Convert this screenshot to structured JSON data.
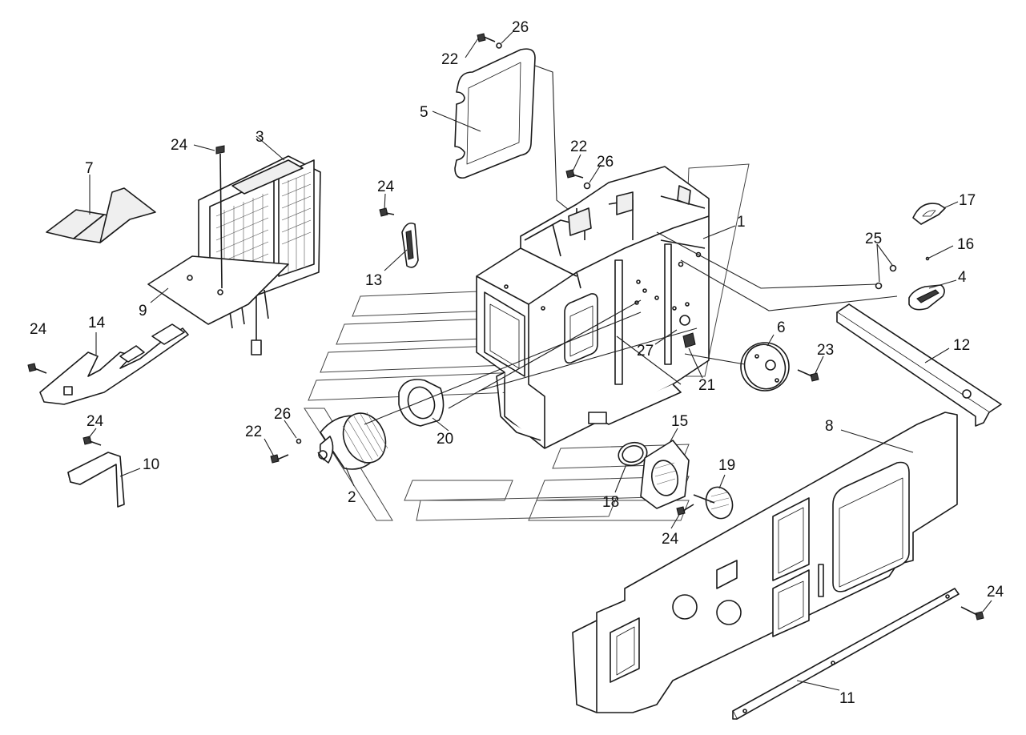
{
  "diagram": {
    "callouts": [
      {
        "id": "c26a",
        "label": "26"
      },
      {
        "id": "c22a",
        "label": "22"
      },
      {
        "id": "c5",
        "label": "5"
      },
      {
        "id": "c3",
        "label": "3"
      },
      {
        "id": "c24a",
        "label": "24"
      },
      {
        "id": "c7",
        "label": "7"
      },
      {
        "id": "c22b",
        "label": "22"
      },
      {
        "id": "c26b",
        "label": "26"
      },
      {
        "id": "c24b",
        "label": "24"
      },
      {
        "id": "c1",
        "label": "1"
      },
      {
        "id": "c17",
        "label": "17"
      },
      {
        "id": "c25",
        "label": "25"
      },
      {
        "id": "c16",
        "label": "16"
      },
      {
        "id": "c4",
        "label": "4"
      },
      {
        "id": "c13",
        "label": "13"
      },
      {
        "id": "c9",
        "label": "9"
      },
      {
        "id": "c24c",
        "label": "24"
      },
      {
        "id": "c14",
        "label": "14"
      },
      {
        "id": "c6",
        "label": "6"
      },
      {
        "id": "c12",
        "label": "12"
      },
      {
        "id": "c27",
        "label": "27"
      },
      {
        "id": "c23",
        "label": "23"
      },
      {
        "id": "c21",
        "label": "21"
      },
      {
        "id": "c24d",
        "label": "24"
      },
      {
        "id": "c26c",
        "label": "26"
      },
      {
        "id": "c22c",
        "label": "22"
      },
      {
        "id": "c20",
        "label": "20"
      },
      {
        "id": "c15",
        "label": "15"
      },
      {
        "id": "c8",
        "label": "8"
      },
      {
        "id": "c10",
        "label": "10"
      },
      {
        "id": "c19",
        "label": "19"
      },
      {
        "id": "c2",
        "label": "2"
      },
      {
        "id": "c18",
        "label": "18"
      },
      {
        "id": "c24e",
        "label": "24"
      },
      {
        "id": "c24f",
        "label": "24"
      },
      {
        "id": "c11",
        "label": "11"
      }
    ]
  }
}
